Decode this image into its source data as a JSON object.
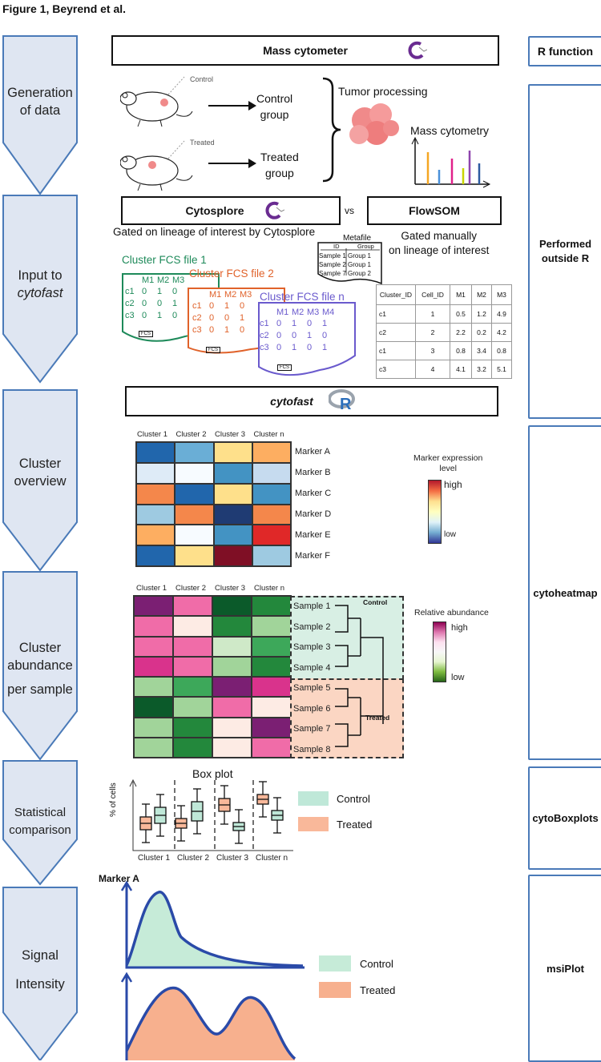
{
  "figure_title": "Figure 1, Beyrend et al.",
  "steps": [
    {
      "lines": [
        "Generation",
        "of data"
      ]
    },
    {
      "lines": [
        "Input to",
        "cytofast"
      ]
    },
    {
      "lines": [
        "Cluster",
        "overview"
      ]
    },
    {
      "lines": [
        "Cluster",
        "abundance",
        "",
        "per sample"
      ]
    },
    {
      "lines": [
        "Statistical",
        "comparison"
      ]
    },
    {
      "lines": [
        "Signal",
        "",
        "Intensity"
      ]
    }
  ],
  "r_header": "R function",
  "r_functions": [
    "Performed outside R",
    "cytoheatmap",
    "cytoBoxplots",
    "msiPlot"
  ],
  "mass_cytometer": "Mass cytometer",
  "generation": {
    "control_label": "Control",
    "treated_label": "Treated",
    "control_group": [
      "Control",
      "group"
    ],
    "treated_group": [
      "Treated",
      "group"
    ],
    "tumor_processing": "Tumor processing",
    "mass_cytometry": "Mass cytometry",
    "bar_colors": [
      "#f5a623",
      "#4a90d9",
      "#e0218a",
      "#c8d400",
      "#8e44ad",
      "#2c5aa0"
    ]
  },
  "input": {
    "cytosplore": "Cytosplore",
    "vs": "vs",
    "flowsom": "FlowSOM",
    "gated_cytosplore": "Gated on lineage of interest by Cytosplore",
    "gated_manual": [
      "Gated manually",
      "on lineage of interest"
    ],
    "metafile": {
      "title": "Metafile",
      "headers": [
        "ID",
        "Group"
      ],
      "rows": [
        [
          "Sample 1",
          "Group 1"
        ],
        [
          "Sample 2",
          "Group 1"
        ],
        [
          "Sample 7",
          "Group 2"
        ]
      ]
    },
    "fcs_files": [
      {
        "title": "Cluster FCS file 1",
        "color": "#1e8a5a",
        "cols": [
          "M1",
          "M2",
          "M3"
        ],
        "rows": [
          [
            "c1",
            "0",
            "1",
            "0"
          ],
          [
            "c2",
            "0",
            "0",
            "1"
          ],
          [
            "c3",
            "0",
            "1",
            "0"
          ]
        ]
      },
      {
        "title": "Cluster FCS file 2",
        "color": "#e0622a",
        "cols": [
          "M1",
          "M2",
          "M3"
        ],
        "rows": [
          [
            "c1",
            "0",
            "1",
            "0"
          ],
          [
            "c2",
            "0",
            "0",
            "1"
          ],
          [
            "c3",
            "0",
            "1",
            "0"
          ]
        ]
      },
      {
        "title": "Cluster FCS file n",
        "color": "#6a5acd",
        "cols": [
          "M1",
          "M2",
          "M3",
          "M4"
        ],
        "rows": [
          [
            "c1",
            "0",
            "1",
            "0",
            "1"
          ],
          [
            "c2",
            "0",
            "0",
            "1",
            "0"
          ],
          [
            "c3",
            "0",
            "1",
            "0",
            "1"
          ]
        ]
      }
    ],
    "fcs_tag": "FCS",
    "flowsom_table": {
      "headers": [
        "Cluster_ID",
        "Cell_ID",
        "M1",
        "M2",
        "M3"
      ],
      "rows": [
        [
          "c1",
          "1",
          "0.5",
          "1.2",
          "4.9"
        ],
        [
          "c2",
          "2",
          "2.2",
          "0.2",
          "4.2"
        ],
        [
          "c1",
          "3",
          "0.8",
          "3.4",
          "0.8"
        ],
        [
          "c3",
          "4",
          "4.1",
          "3.2",
          "5.1"
        ]
      ]
    }
  },
  "cytofast": "cytofast",
  "heatmap1": {
    "columns": [
      "Cluster 1",
      "Cluster 2",
      "Cluster 3",
      "Cluster n"
    ],
    "rows": [
      "Marker A",
      "Marker B",
      "Marker C",
      "Marker D",
      "Marker E",
      "Marker F"
    ],
    "colors": [
      [
        "#2166ac",
        "#6aaed6",
        "#fee08b",
        "#fdae61"
      ],
      [
        "#deebf7",
        "#f7fbff",
        "#4393c3",
        "#c6dbef"
      ],
      [
        "#f4874b",
        "#2166ac",
        "#fee08b",
        "#4393c3"
      ],
      [
        "#9ecae1",
        "#f4874b",
        "#1f3b73",
        "#f4874b"
      ],
      [
        "#fdae61",
        "#f7fbff",
        "#4393c3",
        "#e02828"
      ],
      [
        "#2166ac",
        "#fee08b",
        "#7f0f25",
        "#9ecae1"
      ]
    ],
    "legend_title": [
      "Marker expression",
      "level"
    ],
    "legend_high": "high",
    "legend_low": "low"
  },
  "heatmap2": {
    "columns": [
      "Cluster 1",
      "Cluster 2",
      "Cluster 3",
      "Cluster n"
    ],
    "rows": [
      "Sample 1",
      "Sample 2",
      "Sample 3",
      "Sample 4",
      "Sample 5",
      "Sample 6",
      "Sample 7",
      "Sample 8"
    ],
    "colors": [
      [
        "#7b1f73",
        "#f06ca8",
        "#0b5a2a",
        "#23883c"
      ],
      [
        "#f06ca8",
        "#fdebe4",
        "#23883c",
        "#a1d49a"
      ],
      [
        "#f06ca8",
        "#f06ca8",
        "#cfe9c8",
        "#3da85a"
      ],
      [
        "#d9338c",
        "#f06ca8",
        "#a1d49a",
        "#23883c"
      ],
      [
        "#a1d49a",
        "#3da85a",
        "#7b1f73",
        "#d9338c"
      ],
      [
        "#0b5a2a",
        "#a1d49a",
        "#f06ca8",
        "#fdebe4"
      ],
      [
        "#a1d49a",
        "#23883c",
        "#fdebe4",
        "#7b1f73"
      ],
      [
        "#a1d49a",
        "#23883c",
        "#fdebe4",
        "#f06ca8"
      ]
    ],
    "control": "Control",
    "treated": "Treated",
    "legend_title": "Relative abundance",
    "legend_high": "high",
    "legend_low": "low"
  },
  "boxplot": {
    "title": "Box plot",
    "ylabel": "% of cells",
    "categories": [
      "Cluster 1",
      "Cluster 2",
      "Cluster 3",
      "Cluster n"
    ],
    "legend": [
      "Control",
      "Treated"
    ],
    "control_color": "#bfe8d8",
    "treated_color": "#f9b89a"
  },
  "msi": {
    "title": "Marker A",
    "legend": [
      "Control",
      "Treated"
    ],
    "control_color": "#c6ebd8",
    "treated_color": "#f7b08e",
    "line_color": "#2a4aa8"
  }
}
